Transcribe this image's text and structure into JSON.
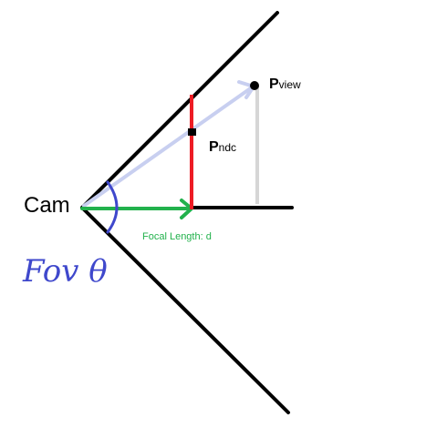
{
  "labels": {
    "cam": "Cam",
    "p_view_main": "P",
    "p_view_sub": "view",
    "p_ndc_main": "P",
    "p_ndc_sub": "ndc",
    "focal_length": "Focal Length: d",
    "fov": "Fov θ"
  },
  "colors": {
    "frustum": "#000000",
    "focal_arrow": "#22b14c",
    "near_plane": "#ed1c24",
    "view_ray": "#c8cff0",
    "projection_line": "#d6d6d6",
    "fov_arc": "#3f48cc",
    "focal_text": "#22b14c",
    "fov_text": "#3f48cc"
  }
}
